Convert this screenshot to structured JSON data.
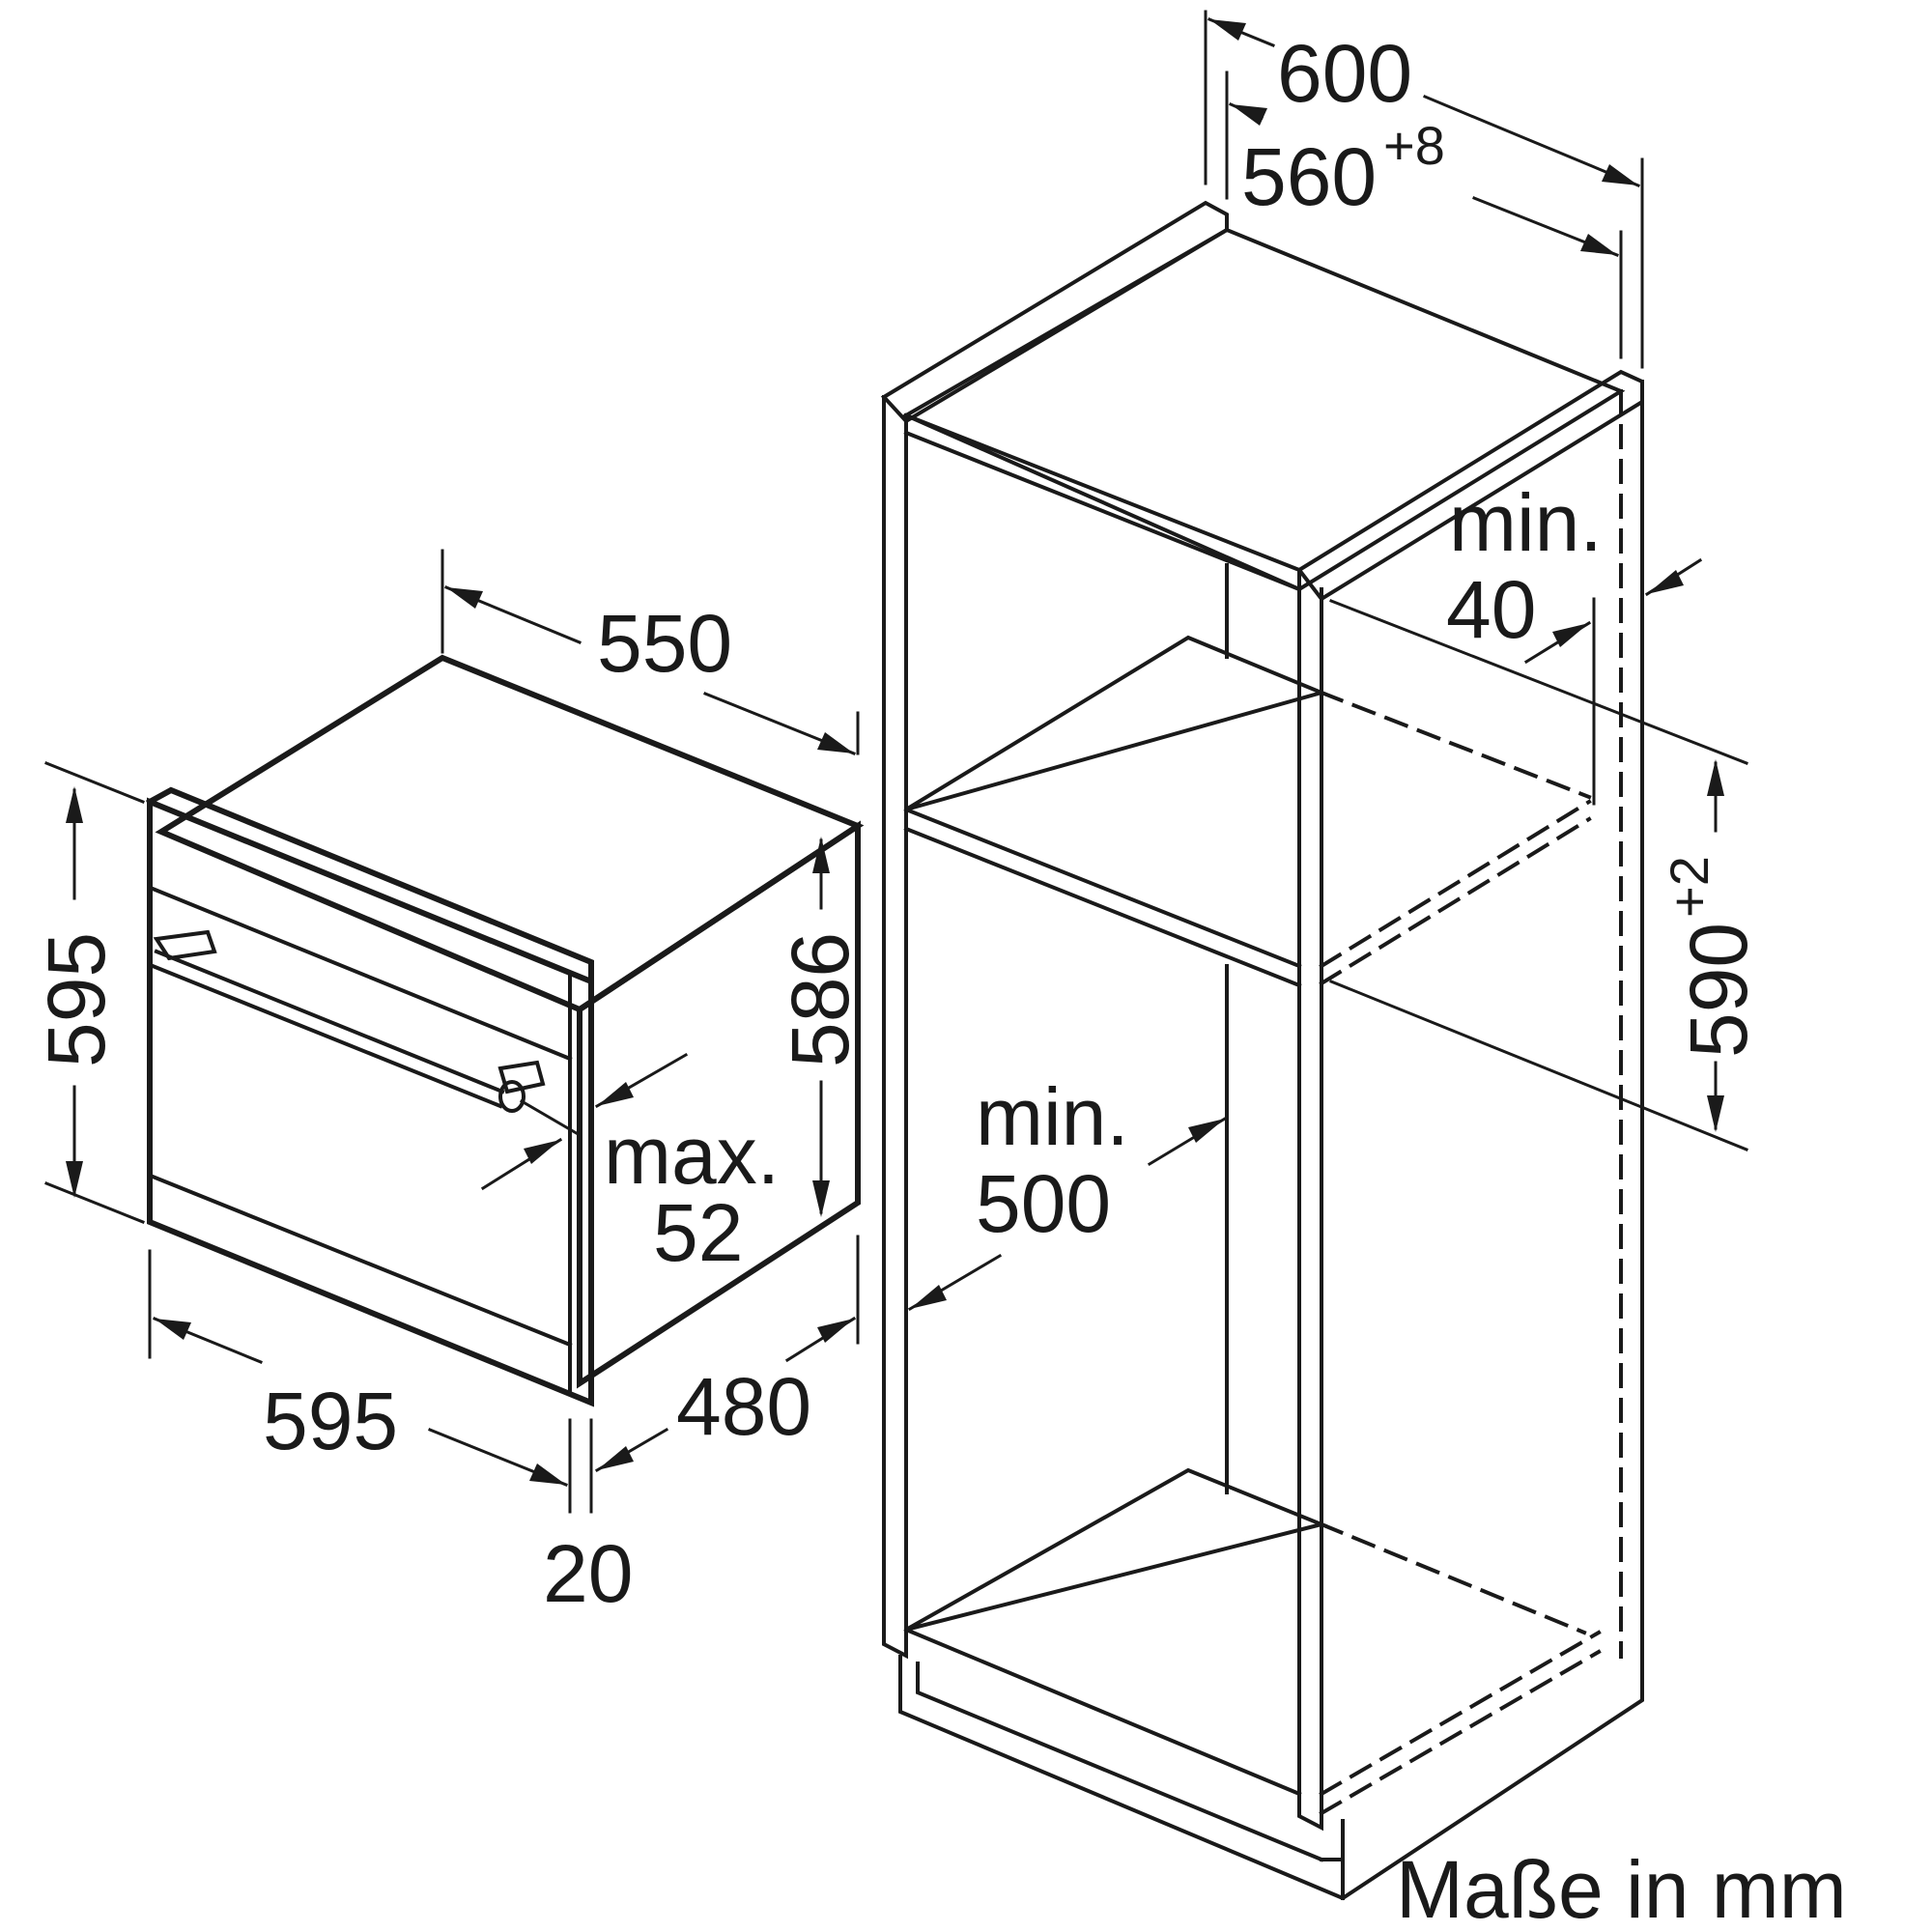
{
  "dimensions": {
    "oven_depth_body": "550",
    "oven_height": "595",
    "oven_inner_height": "586",
    "oven_width": "595",
    "oven_depth": "480",
    "front_thickness": "20",
    "max_label": "max.",
    "max_value": "52",
    "cabinet_width": "600",
    "niche_width": "560",
    "niche_width_tolerance": "+8",
    "niche_height": "590",
    "niche_height_tolerance": "+2",
    "min_depth_label": "min.",
    "min_depth_value": "500",
    "min_gap_label": "min.",
    "min_gap_value": "40"
  },
  "units_note": "Maße in mm"
}
